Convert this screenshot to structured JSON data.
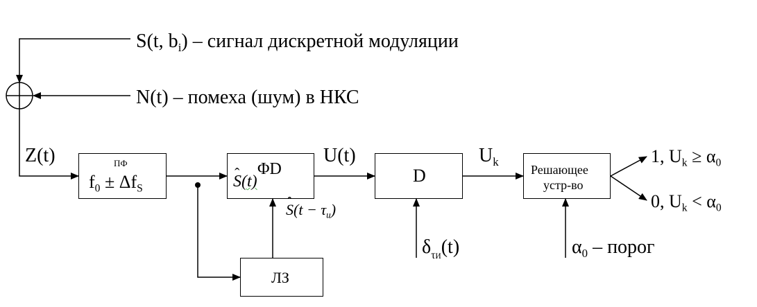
{
  "inputs": {
    "signal": {
      "symbol": "S(t, b",
      "symbol_sub": "i",
      "symbol_close": ")",
      "description": "– сигнал дискретной модуляции"
    },
    "noise": {
      "symbol": "N(t)",
      "description": "– помеха (шум) в НКС"
    }
  },
  "signals": {
    "z": "Z(t)",
    "u": "U(t)",
    "uk_main": "U",
    "uk_sub": "k",
    "s_delayed_main": "S",
    "s_delayed_args": "(t − τ",
    "s_delayed_sub": "и",
    "s_delayed_close": ")",
    "delta_main": "δ",
    "delta_sub": "τ",
    "delta_sub2": "И",
    "delta_args": "(t)",
    "alpha_main": "α",
    "alpha_sub": "0",
    "alpha_desc": "– порог"
  },
  "blocks": {
    "filter_top": "ПФ",
    "filter_main_f": "f",
    "filter_main_sub": "0",
    "filter_main_pm": " ± Δf",
    "filter_main_sub2": "S",
    "fd_label": "ΦD",
    "fd_s_main": "S",
    "fd_s_args": "(t)",
    "d_label": "D",
    "decision_line1": "Решающее",
    "decision_line2": "устр-во",
    "delay_label": "ЛЗ"
  },
  "outputs": {
    "one_prefix": "1, U",
    "one_sub": "k",
    "one_rel": " ≥ α",
    "one_sub2": "0",
    "zero_prefix": "0, U",
    "zero_sub": "k",
    "zero_rel": " < α",
    "zero_sub2": "0"
  }
}
